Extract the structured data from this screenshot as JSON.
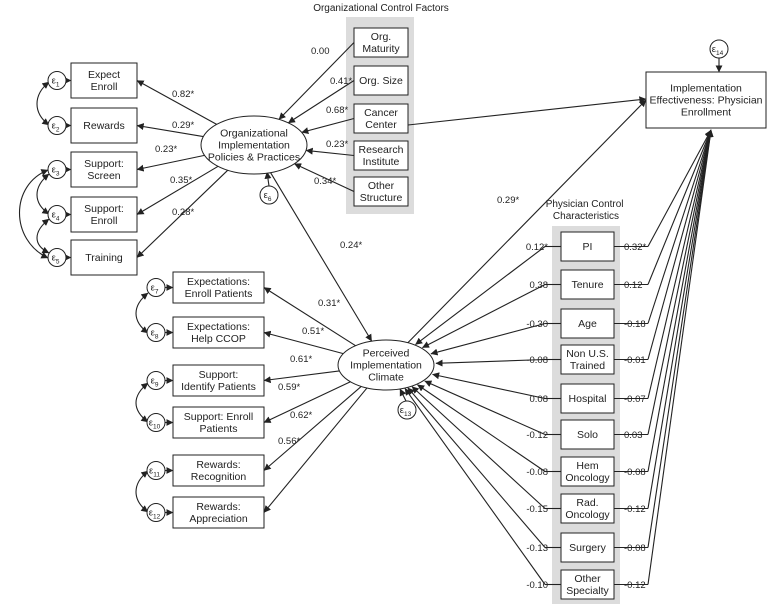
{
  "org_controls": {
    "title": "Organizational Control Factors",
    "items": [
      {
        "label": [
          "Org.",
          "Maturity"
        ],
        "coef": "0.00"
      },
      {
        "label": [
          "Org. Size"
        ],
        "coef": "0.41*"
      },
      {
        "label": [
          "Cancer",
          "Center"
        ],
        "coef": "0.68*"
      },
      {
        "label": [
          "Research",
          "Institute"
        ],
        "coef": "0.23*"
      },
      {
        "label": [
          "Other",
          "Structure"
        ],
        "coef": "0.34*"
      }
    ]
  },
  "policies": {
    "label": [
      "Organizational",
      "Implementation",
      "Policies & Practices"
    ],
    "error": "6",
    "indicators": [
      {
        "label": [
          "Expect",
          "Enroll"
        ],
        "error": "1",
        "coef": "0.82*"
      },
      {
        "label": [
          "Rewards"
        ],
        "error": "2",
        "coef": "0.29*"
      },
      {
        "label": [
          "Support:",
          "Screen"
        ],
        "error": "3",
        "coef": "0.23*"
      },
      {
        "label": [
          "Support:",
          "Enroll"
        ],
        "error": "4",
        "coef": "0.35*"
      },
      {
        "label": [
          "Training"
        ],
        "error": "5",
        "coef": "0.28*"
      }
    ]
  },
  "climate": {
    "label": [
      "Perceived",
      "Implementation",
      "Climate"
    ],
    "error": "13",
    "indicators": [
      {
        "label": [
          "Expectations:",
          "Enroll Patients"
        ],
        "error": "7",
        "coef": "0.31*"
      },
      {
        "label": [
          "Expectations:",
          "Help CCOP"
        ],
        "error": "8",
        "coef": "0.51*"
      },
      {
        "label": [
          "Support:",
          "Identify Patients"
        ],
        "error": "9",
        "coef": "0.61*"
      },
      {
        "label": [
          "Support: Enroll",
          "Patients"
        ],
        "error": "10",
        "coef": "0.59*"
      },
      {
        "label": [
          "Rewards:",
          "Recognition"
        ],
        "error": "11",
        "coef": "0.62*"
      },
      {
        "label": [
          "Rewards:",
          "Appreciation"
        ],
        "error": "12",
        "coef": "0.56*"
      }
    ]
  },
  "outcome": {
    "label": [
      "Implementation",
      "Effectiveness: Physician",
      "Enrollment"
    ],
    "error": "14"
  },
  "paths": {
    "policies_to_climate": "0.24*",
    "climate_to_outcome": "0.29*"
  },
  "physician_controls": {
    "title": [
      "Physician Control",
      "Characteristics"
    ],
    "items": [
      {
        "label": [
          "PI"
        ],
        "coef_climate": "0.12*",
        "coef_outcome": "0.32*"
      },
      {
        "label": [
          "Tenure"
        ],
        "coef_climate": "0.38",
        "coef_outcome": "0.12"
      },
      {
        "label": [
          "Age"
        ],
        "coef_climate": "-0.30",
        "coef_outcome": "-0.18"
      },
      {
        "label": [
          "Non U.S.",
          "Trained"
        ],
        "coef_climate": "-0.08",
        "coef_outcome": "-0.01"
      },
      {
        "label": [
          "Hospital"
        ],
        "coef_climate": "0.08",
        "coef_outcome": "-0.07"
      },
      {
        "label": [
          "Solo"
        ],
        "coef_climate": "-0.12",
        "coef_outcome": "0.03"
      },
      {
        "label": [
          "Hem",
          "Oncology"
        ],
        "coef_climate": "-0.08",
        "coef_outcome": "-0.08"
      },
      {
        "label": [
          "Rad.",
          "Oncology"
        ],
        "coef_climate": "-0.15",
        "coef_outcome": "-0.12"
      },
      {
        "label": [
          "Surgery"
        ],
        "coef_climate": "-0.13",
        "coef_outcome": "-0.08"
      },
      {
        "label": [
          "Other",
          "Specialty"
        ],
        "coef_climate": "-0.10",
        "coef_outcome": "-0.12"
      }
    ]
  },
  "colors": {
    "panel": "#dcdcdc",
    "box_fill": "#ffffff",
    "stroke": "#222222",
    "text": "#222222",
    "muted_coef": "#8a8a8a"
  }
}
